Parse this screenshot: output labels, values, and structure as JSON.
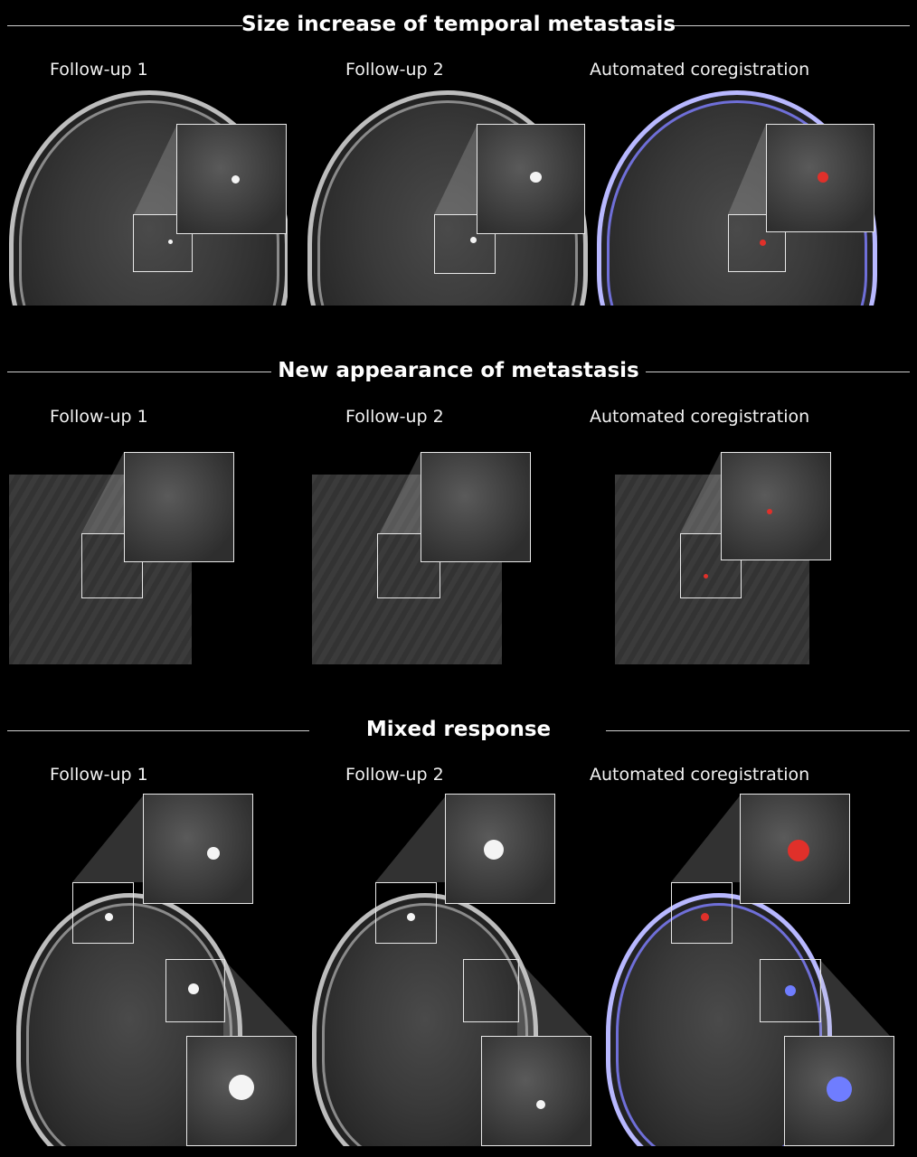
{
  "sections": [
    {
      "title": "Size increase of temporal metastasis",
      "labels": [
        "Follow-up 1",
        "Follow-up 2",
        "Automated coregistration"
      ]
    },
    {
      "title": "New appearance of metastasis",
      "labels": [
        "Follow-up 1",
        "Follow-up 2",
        "Automated coregistration"
      ]
    },
    {
      "title": "Mixed response",
      "labels": [
        "Follow-up 1",
        "Follow-up 2",
        "Automated coregistration"
      ]
    }
  ],
  "colors": {
    "background": "#000000",
    "increase": "#e0302a",
    "decrease": "#6f7dff"
  }
}
